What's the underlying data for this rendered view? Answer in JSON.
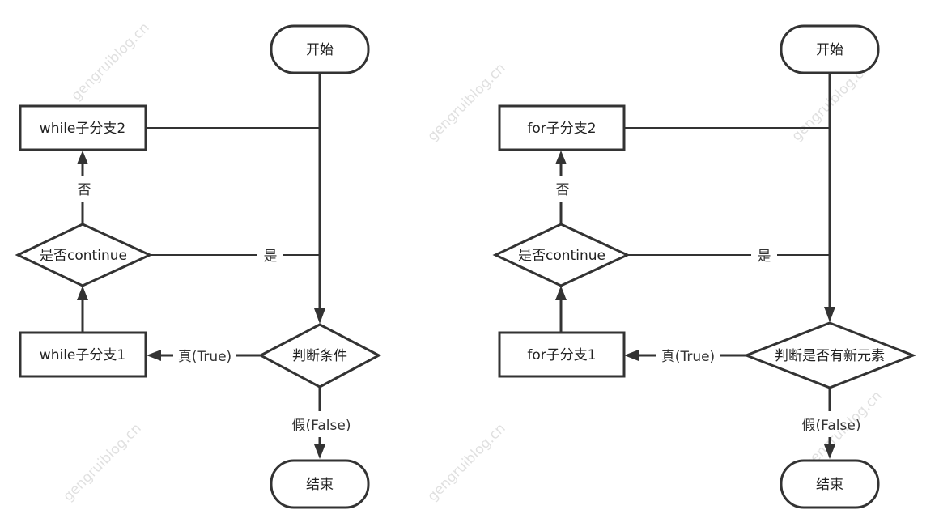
{
  "watermark": "gengruiblog.cn",
  "left_flow": {
    "start": "开始",
    "end": "结束",
    "branch2": "while子分支2",
    "branch1": "while子分支1",
    "continue_check": "是否continue",
    "condition": "判断条件",
    "label_no": "否",
    "label_yes": "是",
    "label_true": "真(True)",
    "label_false": "假(False)"
  },
  "right_flow": {
    "start": "开始",
    "end": "结束",
    "branch2": "for子分支2",
    "branch1": "for子分支1",
    "continue_check": "是否continue",
    "condition": "判断是否有新元素",
    "label_no": "否",
    "label_yes": "是",
    "label_true": "真(True)",
    "label_false": "假(False)"
  }
}
